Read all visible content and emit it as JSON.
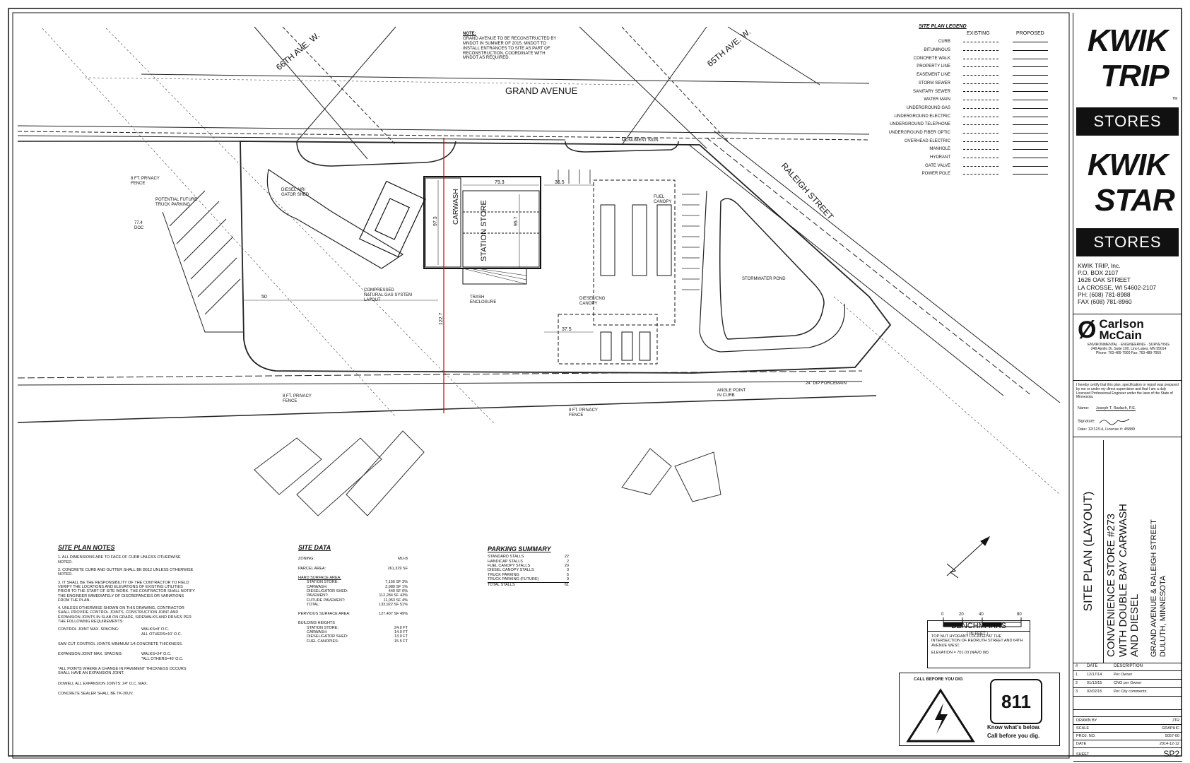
{
  "site": {
    "note_title": "NOTE:",
    "note_text": "GRAND AVENUE TO BE RECONSTRUCTED BY MNDOT IN SUMMER OF 2015. MNDOT TO INSTALL ENTRANCES TO SITE AS PART OF RECONSTRUCTION. COORDINATE WITH MNDOT AS REQUIRED.",
    "street_grand": "GRAND AVENUE",
    "street_66th": "66TH AVE. W.",
    "street_65th": "65TH AVE. W.",
    "street_raleigh": "RALEIGH STREET",
    "label_carwash": "CARWASH",
    "label_station": "STATION STORE",
    "label_fuel_canopy": "FUEL CANOPY",
    "label_diesel_canopy": "DIESEL/CNG CANOPY",
    "label_pond": "STORMWATER POND",
    "label_monument": "MONUMENT SIGN",
    "label_trash": "TRASH ENCLOSURE",
    "label_cng": "COMPRESSED NATURAL GAS SYSTEM LAYOUT",
    "label_diesel_shed": "DIESEL AIR/ GATOR SHED",
    "label_truck_parking": "POTENTIAL FUTURE TRUCK PARKING",
    "label_fence_1": "8 FT. PRIVACY FENCE",
    "label_fence_2": "8 FT. PRIVACY FENCE",
    "label_fence_3": "8 FT. PRIVACY FENCE",
    "label_angle_point": "ANGLE POINT IN CURB",
    "label_forcemain": "24\" DIP FORCEMAIN",
    "label_doc": "77.4 DOC",
    "dim_a": "122.7",
    "dim_b": "50",
    "dim_c": "37.5",
    "dim_d": "36.5",
    "dim_e": "79.3",
    "dim_f": "95.7",
    "dim_g": "97.3"
  },
  "legend": {
    "title": "SITE PLAN LEGEND",
    "col_existing": "EXISTING",
    "col_proposed": "PROPOSED",
    "rows": [
      "CURB",
      "BITUMINOUS",
      "CONCRETE WALK",
      "PROPERTY LINE",
      "EASEMENT LINE",
      "STORM SEWER",
      "SANITARY SEWER",
      "WATER MAIN",
      "UNDERGROUND GAS",
      "UNDERGROUND ELECTRIC",
      "UNDERGROUND TELEPHONE",
      "UNDERGROUND FIBER OPTIC",
      "OVERHEAD ELECTRIC",
      "MANHOLE",
      "HYDRANT",
      "GATE VALVE",
      "POWER POLE"
    ]
  },
  "brand": {
    "kwik_trip_line1": "KWIK",
    "kwik_trip_line2": "TRIP",
    "kwik_star_line1": "KWIK",
    "kwik_star_line2": "STAR",
    "stores_1": "STORES",
    "stores_2": "STORES",
    "tm": "TM"
  },
  "company": {
    "name": "KWIK TRIP, Inc.",
    "po": "P.O. BOX 2107",
    "street": "1626 OAK STREET",
    "city": "LA CROSSE, WI  54602-2107",
    "phone": "PH:  (608) 781-8988",
    "fax": "FAX (608) 781-8960"
  },
  "engineer": {
    "firm_1": "Carlson",
    "firm_2": "McCain",
    "tagline": "ENVIRONMENTAL · ENGINEERING · SURVEYING",
    "address": "248 Apollo Dr, Suite 100, Lino Lakes, MN  55014",
    "phones": "Phone: 763-489-7900   Fax: 763-489-7959",
    "cert": "I hereby certify that this plan, specification or report was prepared by me or under my direct supervision and that I am a duly Licensed Professional Engineer under the laws of the State of Minnesota.",
    "name_label": "Name:",
    "name_value": "Joseph T. Radach, P.E.",
    "signature_label": "Signature:",
    "date_label": "Date:",
    "date_value": "12/12/14",
    "license_label": "License #:",
    "license_value": "45889"
  },
  "title_block": {
    "sheet_type": "SITE PLAN (LAYOUT)",
    "project_1": "CONVENIENCE STORE #273",
    "project_2": "WITH DOUBLE BAY CARWASH",
    "project_3": "AND DIESEL",
    "location_1": "GRAND AVENUE & RALEIGH STREET",
    "location_2": "DULUTH, MINNESOTA"
  },
  "revisions": {
    "headers": [
      "#",
      "DATE",
      "DESCRIPTION"
    ],
    "rows": [
      {
        "num": "1",
        "date": "12/17/14",
        "desc": "Per Owner"
      },
      {
        "num": "2",
        "date": "01/13/15",
        "desc": "CNG per Owner"
      },
      {
        "num": "3",
        "date": "02/02/15",
        "desc": "Per City comments"
      }
    ]
  },
  "sheet_info": {
    "rows": [
      {
        "label": "DRAWN BY",
        "value": "JTR"
      },
      {
        "label": "SCALE",
        "value": "GRAPHIC"
      },
      {
        "label": "PROJ. NO.",
        "value": "5057-00"
      },
      {
        "label": "DATE",
        "value": "2014-12-12"
      },
      {
        "label": "SHEET",
        "value": "SP2"
      }
    ]
  },
  "notes": {
    "title": "SITE PLAN NOTES",
    "items": [
      "1.  ALL DIMENSIONS ARE TO FACE OF CURB UNLESS OTHERWISE NOTED.",
      "2.  CONCRETE CURB AND GUTTER SHALL BE B612 UNLESS OTHERWISE NOTED.",
      "3.  IT SHALL BE THE RESPONSIBILITY OF THE CONTRACTOR TO FIELD VERIFY THE LOCATIONS AND ELEVATIONS OF EXISTING UTILITIES PRIOR TO THE START OF SITE WORK. THE CONTRACTOR SHALL NOTIFY THE ENGINEER IMMEDIATELY OF DISCREPANCIES OR VARIATIONS FROM THE PLAN.",
      "4.  UNLESS OTHERWISE SHOWN ON THIS DRAWING, CONTRACTOR SHALL PROVIDE CONTROL JOINTS, CONSTRUCTION JOINT AND EXPANSION JOINTS IN SLAB ON GRADE, SIDEWALKS AND DRIVES PER THE FOLLOWING REQUIREMENTS:"
    ],
    "control_label": "CONTROL JOINT MAX. SPACING:",
    "control_v1": "WALKS=8' O.C.",
    "control_v2": "ALL OTHERS=10' O.C.",
    "sawcut": "SAW CUT CONTROL JOINTS MINIMUM 1/4 CONCRETE THICKNESS.",
    "expansion_label": "EXPANSION JOINT MAX. SPACING:",
    "expansion_v1": "WALKS=24' O.C.",
    "expansion_v2": "*ALL OTHERS=40' O.C.",
    "star_note": "*ALL POINTS WHERE A CHANGE IN PAVEMENT THICKNESS OCCURS SHALL HAVE AN EXPANSION JOINT.",
    "dowel": "DOWELL ALL EXPANSION JOINTS:     24\" O.C. MAX.",
    "sealer": "CONCRETE SEALER SHALL BE TK-26UV."
  },
  "site_data": {
    "title": "SITE DATA",
    "zoning_label": "ZONING:",
    "zoning_value": "MU-B",
    "parcel_label": "PARCEL AREA:",
    "parcel_value": "261,329 SF",
    "hard_title": "HARD SURFACE AREA:",
    "hard_rows": [
      {
        "label": "STATION STORE:",
        "value": "7,156 SF   3%"
      },
      {
        "label": "CARWASH:",
        "value": "2,989 SF   1%"
      },
      {
        "label": "DIESEL/GATOR SHED:",
        "value": "440 SF   0%"
      },
      {
        "label": "PAVEMENT:",
        "value": "112,284 SF  43%"
      },
      {
        "label": "FUTURE PAVEMENT:",
        "value": "11,053 SF   4%"
      },
      {
        "label": "TOTAL:",
        "value": "133,922 SF  51%"
      }
    ],
    "pervious_label": "PERVIOUS SURFACE AREA:",
    "pervious_value": "127,407 SF  49%",
    "heights_title": "BUILDING HEIGHTS",
    "heights": [
      {
        "label": "STATION STORE:",
        "value": "24.0 FT"
      },
      {
        "label": "CARWASH:",
        "value": "14.0 FT"
      },
      {
        "label": "DIESEL/GATOR SHED:",
        "value": "13.0 FT"
      },
      {
        "label": "FUEL CANOPIES:",
        "value": "15.5 FT"
      }
    ]
  },
  "parking": {
    "title": "PARKING SUMMARY",
    "rows": [
      {
        "label": "STANDARD STALLS",
        "value": "22"
      },
      {
        "label": "HANDICAP STALLS",
        "value": "2"
      },
      {
        "label": "FUEL CANOPY STALLS",
        "value": "20"
      },
      {
        "label": "DIESEL CANOPY STALLS",
        "value": "3"
      },
      {
        "label": "TRUCK PARKING",
        "value": "5"
      },
      {
        "label": "TRUCK PARKING (FUTURE)",
        "value": "9"
      }
    ],
    "total_label": "TOTAL STALLS",
    "total_value": "61"
  },
  "scale": {
    "ticks": [
      "0",
      "20",
      "40",
      "80"
    ],
    "unit": "( IN FEET )"
  },
  "benchmarks": {
    "title": "BENCHMARKS",
    "text": "TOP NUT HYDRANT LOCATED AT THE INTERSECTION OF REDRUTH STREET AND 64TH AVENUE WEST.",
    "elevation": "ELEVATION = 701.03  (NAVD 88)"
  },
  "call811": {
    "header": "CALL BEFORE YOU DIG",
    "number": "811",
    "line1": "Know what's below.",
    "line2": "Call before you dig."
  }
}
